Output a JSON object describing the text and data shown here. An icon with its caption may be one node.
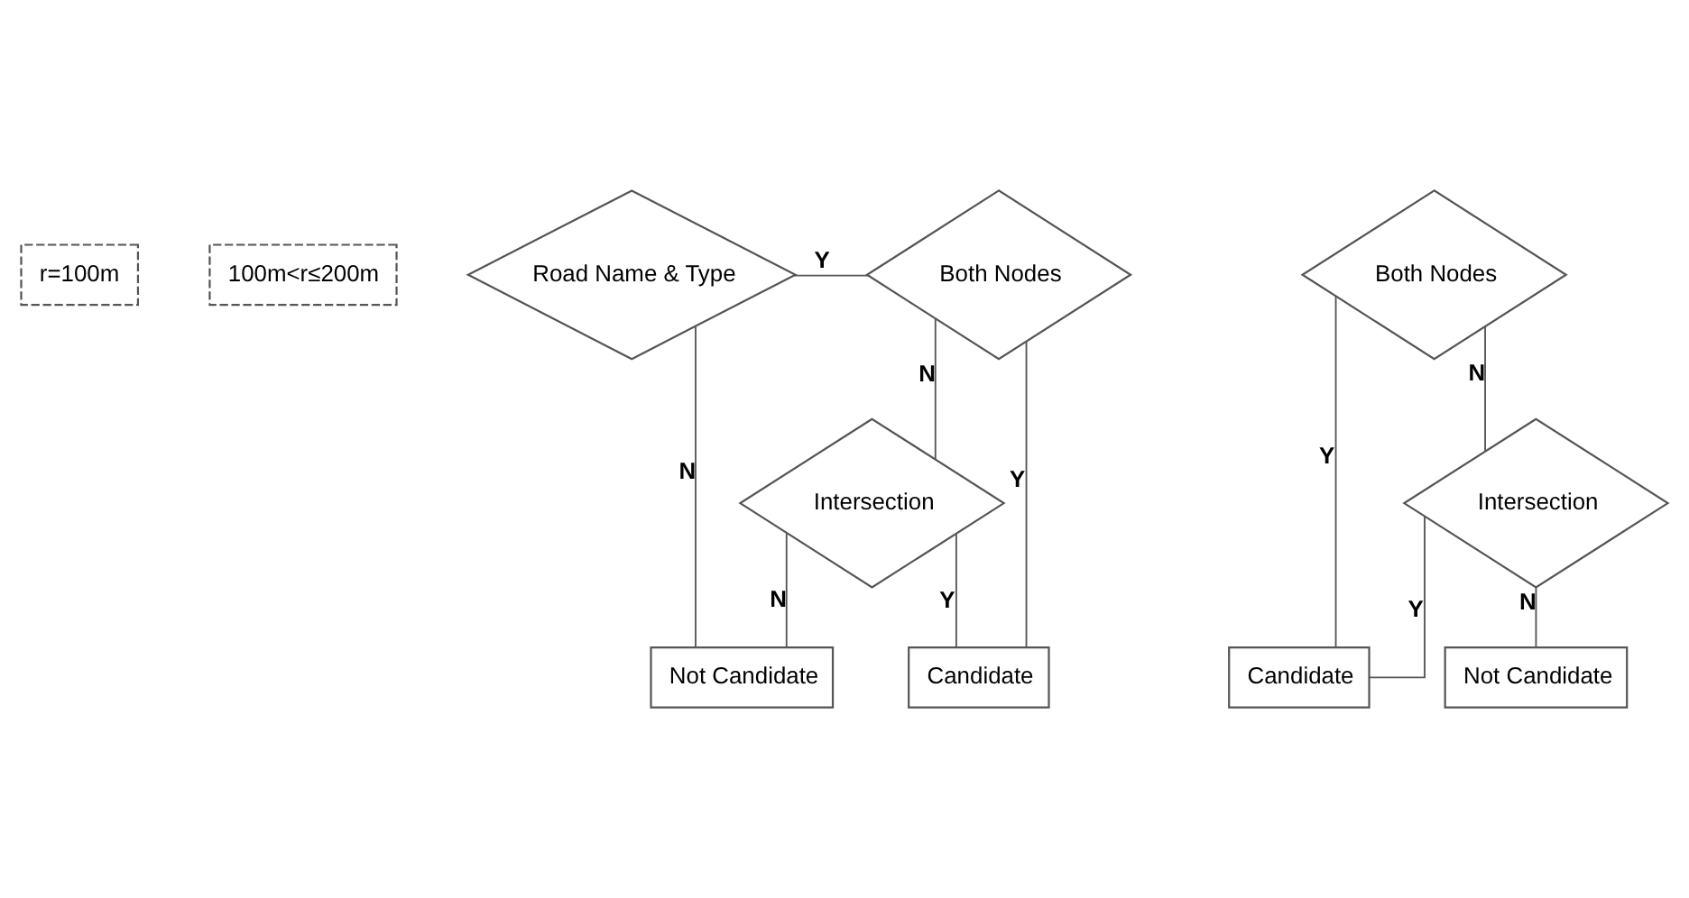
{
  "diagram": {
    "nodes": [
      {
        "text": [
          "r=100m"
        ]
      },
      {
        "text": [
          "100m<r≤200m"
        ]
      },
      {
        "text": [
          "Road Name & Type"
        ]
      },
      {
        "text": [
          "Both Nodes"
        ]
      },
      {
        "text": [
          "Intersection"
        ]
      },
      {
        "text": [
          "Candidate"
        ]
      },
      {
        "text": [
          "Not Candidate"
        ]
      },
      {
        "text": [
          "Both Nodes"
        ]
      },
      {
        "text": [
          "Intersection"
        ]
      },
      {
        "text": [
          "Candidate"
        ]
      },
      {
        "text": [
          "Not Candidate"
        ]
      }
    ],
    "edges": [
      {
        "from": 2,
        "to": 3,
        "arrow": "none",
        "label": "Y"
      },
      {
        "from": 3,
        "to": 4,
        "arrow": "none",
        "label": "N"
      },
      {
        "from": 3,
        "to": 5,
        "arrow": "none",
        "label": "Y"
      },
      {
        "from": 4,
        "to": 5,
        "arrow": "none",
        "label": "Y"
      },
      {
        "from": 4,
        "to": 6,
        "arrow": "none",
        "label": "N"
      },
      {
        "from": 2,
        "to": 6,
        "arrow": "none",
        "label": "N"
      },
      {
        "from": 7,
        "to": 8,
        "arrow": "none",
        "label": "N"
      },
      {
        "from": 7,
        "to": 9,
        "arrow": "none",
        "label": "Y"
      },
      {
        "from": 8,
        "to": 9,
        "arrow": "none",
        "label": "Y"
      },
      {
        "from": 8,
        "to": 10,
        "arrow": "none",
        "label": "N"
      }
    ]
  }
}
